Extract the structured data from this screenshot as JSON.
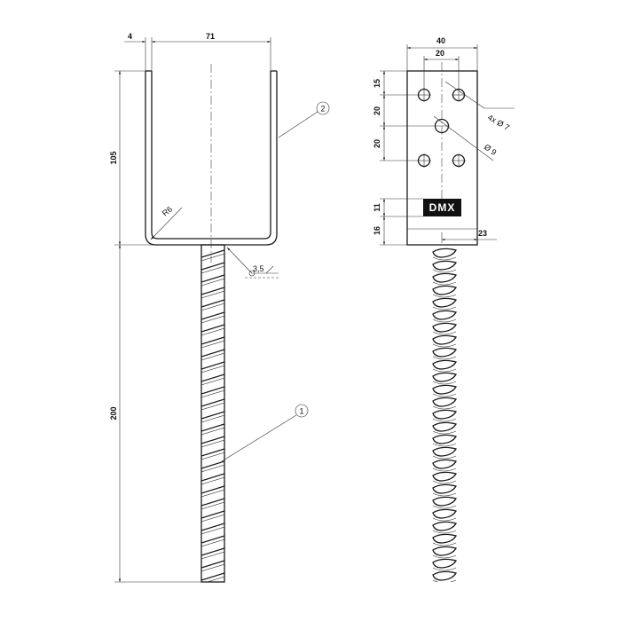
{
  "drawing": {
    "front_view": {
      "dim_top_small": "4",
      "dim_top_width": "71",
      "dim_height_upper": "105",
      "dim_height_lower": "200",
      "radius_label": "R6",
      "weld_label": "3,5",
      "callout_1": "1",
      "callout_2": "2"
    },
    "side_view": {
      "dim_width_total": "40",
      "dim_hole_spacing": "20",
      "dim_vertical_1": "15",
      "dim_vertical_2": "20",
      "dim_vertical_3": "20",
      "dim_vertical_4": "11",
      "dim_vertical_5": "16",
      "dim_rebar_offset": "23",
      "hole_label_outer": "4x Ø 7",
      "hole_label_center": "Ø 9",
      "logo_text": "DMX"
    }
  }
}
